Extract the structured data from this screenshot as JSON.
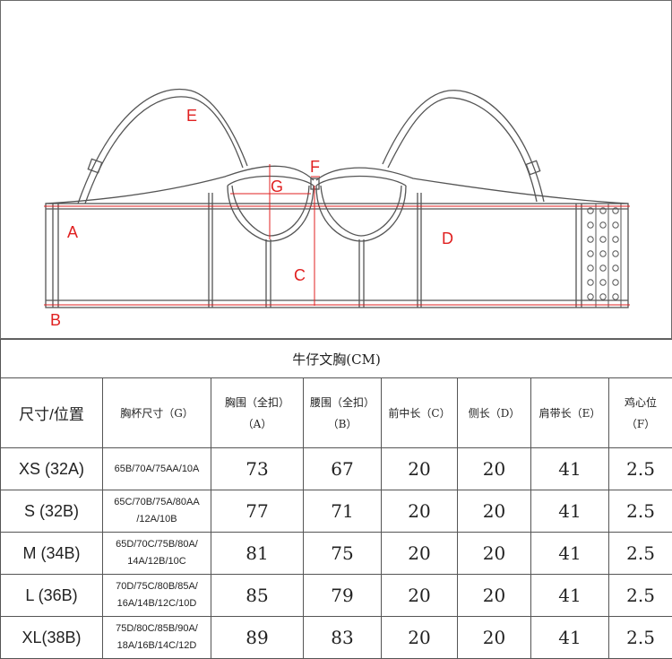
{
  "diagram": {
    "labels": {
      "a": "A",
      "b": "B",
      "c": "C",
      "d": "D",
      "e": "E",
      "f": "F",
      "g": "G"
    }
  },
  "table": {
    "title": "牛仔文胸(CM)",
    "headers": {
      "size": "尺寸/位置",
      "cup": "胸杯尺寸（G）",
      "bust_line1": "胸围（全扣）",
      "bust_line2": "（A）",
      "waist_line1": "腰围（全扣）",
      "waist_line2": "（B）",
      "front": "前中长（C）",
      "side": "侧长（D）",
      "strap": "肩带长（E）",
      "heart_line1": "鸡心位",
      "heart_line2": "（F）"
    },
    "rows": [
      {
        "size": "XS (32A)",
        "cup_line1": "65B/70A/75AA/10A",
        "cup_line2": "",
        "bust": "73",
        "waist": "67",
        "front": "20",
        "side": "20",
        "strap": "41",
        "heart": "2.5"
      },
      {
        "size": "S (32B)",
        "cup_line1": "65C/70B/75A/80AA",
        "cup_line2": "/12A/10B",
        "bust": "77",
        "waist": "71",
        "front": "20",
        "side": "20",
        "strap": "41",
        "heart": "2.5"
      },
      {
        "size": "M (34B)",
        "cup_line1": "65D/70C/75B/80A/",
        "cup_line2": "14A/12B/10C",
        "bust": "81",
        "waist": "75",
        "front": "20",
        "side": "20",
        "strap": "41",
        "heart": "2.5"
      },
      {
        "size": "L (36B)",
        "cup_line1": "70D/75C/80B/85A/",
        "cup_line2": "16A/14B/12C/10D",
        "bust": "85",
        "waist": "79",
        "front": "20",
        "side": "20",
        "strap": "41",
        "heart": "2.5"
      },
      {
        "size": "XL(38B)",
        "cup_line1": "75D/80C/85B/90A/",
        "cup_line2": "18A/16B/14C/12D",
        "bust": "89",
        "waist": "83",
        "front": "20",
        "side": "20",
        "strap": "41",
        "heart": "2.5"
      }
    ]
  }
}
